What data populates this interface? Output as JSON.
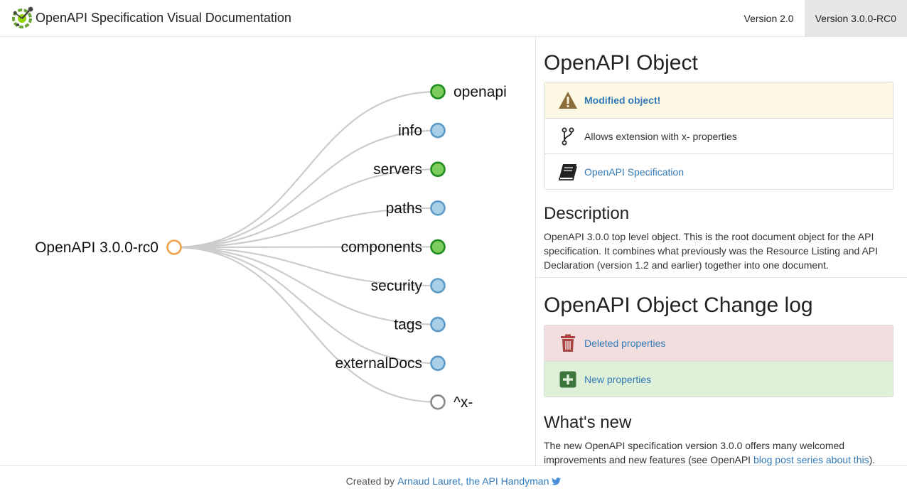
{
  "header": {
    "title": "OpenAPI Specification Visual Documentation",
    "logo_icon": "openapi-logo-icon",
    "tabs": [
      {
        "label": "Version 2.0",
        "active": false
      },
      {
        "label": "Version 3.0.0-RC0",
        "active": true
      }
    ]
  },
  "tree": {
    "root": {
      "label": "OpenAPI 3.0.0-rc0",
      "status": "modified"
    },
    "children": [
      {
        "label": "openapi",
        "status": "new"
      },
      {
        "label": "info",
        "status": "unchanged"
      },
      {
        "label": "servers",
        "status": "new"
      },
      {
        "label": "paths",
        "status": "unchanged"
      },
      {
        "label": "components",
        "status": "new"
      },
      {
        "label": "security",
        "status": "unchanged"
      },
      {
        "label": "tags",
        "status": "unchanged"
      },
      {
        "label": "externalDocs",
        "status": "unchanged"
      },
      {
        "label": "^x-",
        "status": "extension"
      }
    ],
    "colors": {
      "modified": "#f0a04b",
      "new": "#1e8c1e",
      "unchanged": "#5b9ac8",
      "extension": "#888888",
      "link": "#cccccc"
    }
  },
  "panel": {
    "title": "OpenAPI Object",
    "info_rows": [
      {
        "icon": "warning-icon",
        "text": "Modified object!",
        "style": "warning"
      },
      {
        "icon": "code-fork-icon",
        "text": "Allows extension with x- properties",
        "style": "plain"
      },
      {
        "icon": "book-icon",
        "text": "OpenAPI Specification",
        "style": "link"
      }
    ],
    "description_title": "Description",
    "description": "OpenAPI 3.0.0 top level object. This is the root document object for the API specification. It combines what previously was the Resource Listing and API Declaration (version 1.2 and earlier) together into one document.",
    "changelog_title": "OpenAPI Object Change log",
    "changelog_rows": [
      {
        "icon": "trash-icon",
        "text": "Deleted properties"
      },
      {
        "icon": "plus-square-icon",
        "text": "New properties"
      }
    ],
    "whats_new_title": "What's new",
    "whats_new_text": "The new OpenAPI specification version 3.0.0 offers many welcomed improvements and new features (see OpenAPI",
    "whats_new_link": "blog post series about this",
    "whats_new_end": ")."
  },
  "footer": {
    "prefix": "Created by",
    "link": "Arnaud Lauret, the API Handyman",
    "icon": "twitter-icon"
  }
}
